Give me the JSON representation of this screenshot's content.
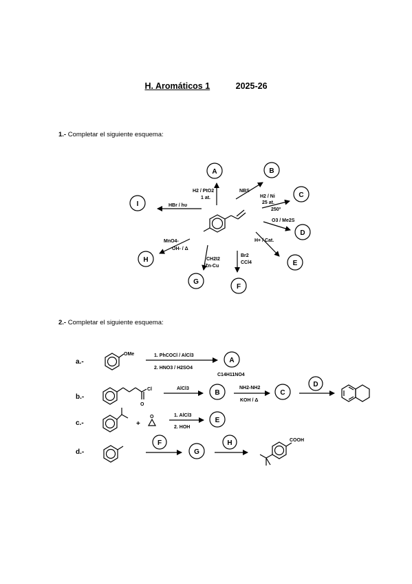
{
  "header": {
    "title": "H. Aromáticos 1",
    "year": "2025-26"
  },
  "q1": {
    "num": "1.-",
    "text": "Completar el siguiente esquema:",
    "reagents": {
      "A": [
        "H2 / PtO2",
        "1 at."
      ],
      "B": [
        "NBS"
      ],
      "C": [
        "H2 / Ni",
        "25 at.",
        "250º"
      ],
      "D": [
        "O3 / Me2S"
      ],
      "E": [
        "H+ / Cat."
      ],
      "F": [
        "Br2",
        "CCl4"
      ],
      "G": [
        "CH2I2",
        "Zn-Cu"
      ],
      "H": [
        "MnO4-",
        "OH- / Δ"
      ],
      "I": [
        "HBr / hυ"
      ]
    },
    "letters": [
      "A",
      "B",
      "C",
      "D",
      "E",
      "F",
      "G",
      "H",
      "I"
    ]
  },
  "q2": {
    "num": "2.-",
    "text": "Completar el siguiente esquema:",
    "a": {
      "label": "a.-",
      "substituent": "OMe",
      "cond1": "1. PhCOCl / AlCl3",
      "cond2": "2. HNO3 / H2SO4",
      "product": "A",
      "formula": "C14H11NO4"
    },
    "b": {
      "label": "b.-",
      "substituent": "Cl",
      "cond1": "AlCl3",
      "p1": "B",
      "cond2a": "NH2-NH2",
      "cond2b": "KOH / Δ",
      "p2": "C",
      "p3": "D"
    },
    "c": {
      "label": "c.-",
      "plus": "+",
      "cond1": "1. AlCl3",
      "cond2": "2. HOH",
      "product": "E"
    },
    "d": {
      "label": "d.-",
      "r1": "F",
      "p1": "G",
      "r2": "H",
      "substituent": "COOH"
    }
  }
}
